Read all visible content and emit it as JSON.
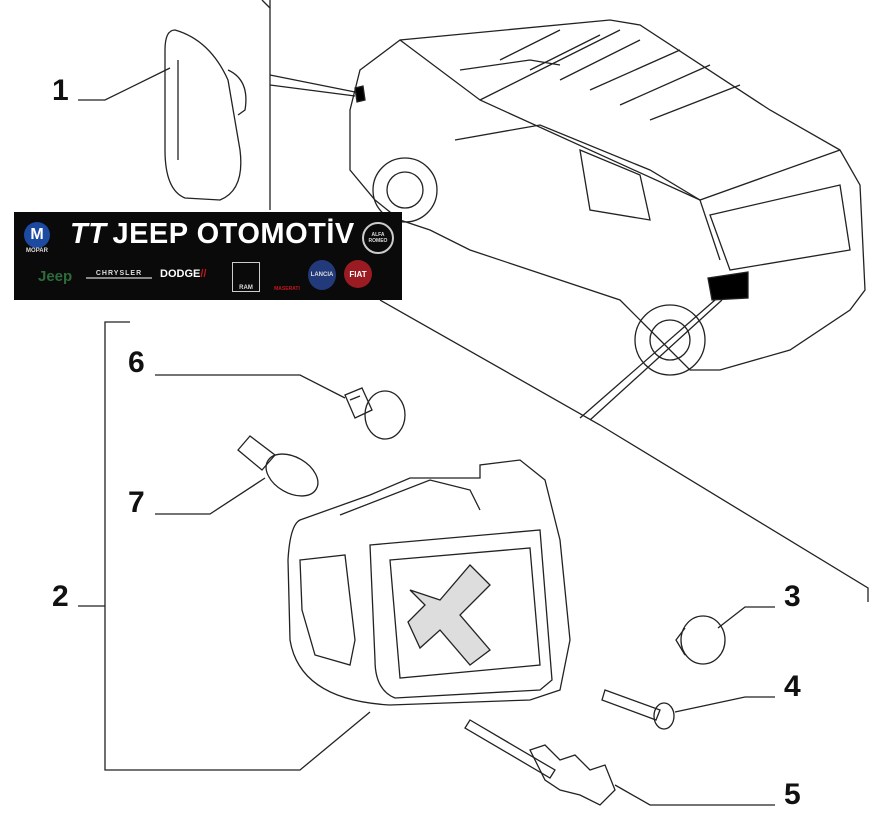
{
  "callouts": [
    "1",
    "2",
    "3",
    "4",
    "5",
    "6",
    "7"
  ],
  "banner": {
    "monogram": "TT",
    "title": "JEEP OTOMOTİV",
    "logos": [
      "MOPAR",
      "Jeep",
      "CHRYSLER",
      "DODGE",
      "RAM",
      "MASERATI",
      "LANCIA",
      "FIAT",
      "ALFA ROMEO"
    ],
    "colors": {
      "background": "#0a0a0a",
      "mopar": "#1b4aa0",
      "jeep": "#2e6b3a",
      "dodge": "#c4161c",
      "fiat": "#9b1b22",
      "lancia": "#223a7a"
    }
  }
}
